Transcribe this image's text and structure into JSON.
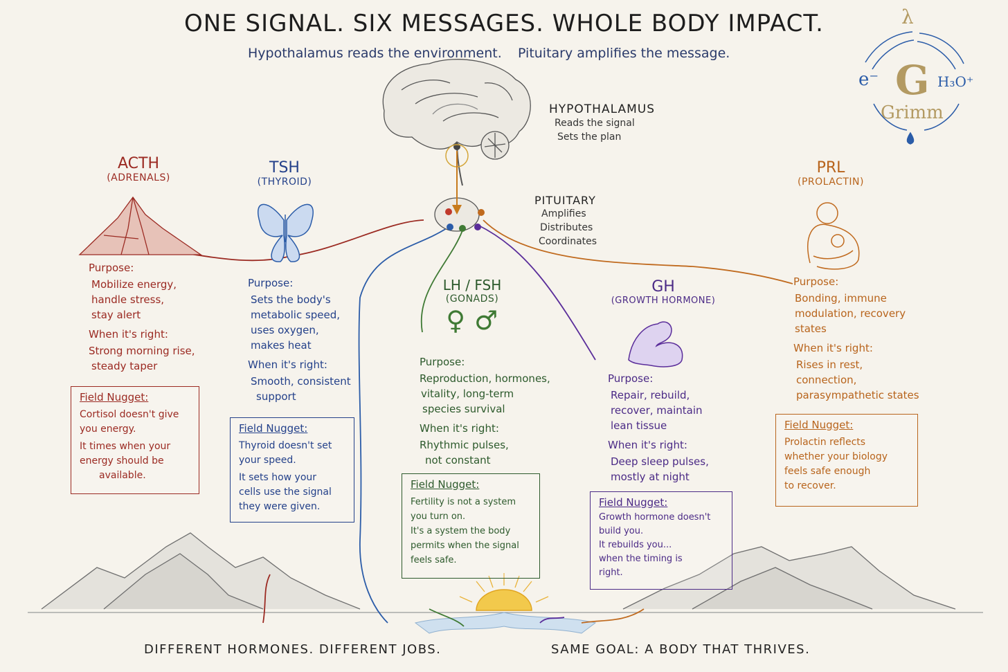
{
  "title": "ONE SIGNAL.  SIX MESSAGES.  WHOLE BODY IMPACT.",
  "subtitle_left": "Hypothalamus reads the environment.",
  "subtitle_right": "Pituitary amplifies the message.",
  "hypothalamus": {
    "name": "HYPOTHALAMUS",
    "lines": [
      "Reads the signal",
      "Sets the plan"
    ]
  },
  "pituitary": {
    "name": "PITUITARY",
    "lines": [
      "Amplifies",
      "Distributes",
      "Coordinates"
    ]
  },
  "logo": {
    "main": "G",
    "word": "Grimm",
    "left": "e⁻",
    "right": "H₃O⁺",
    "top": "λ"
  },
  "hormones": {
    "acth": {
      "name": "ACTH",
      "sub": "(ADRENALS)",
      "color": "#9b2a22",
      "purpose_title": "Purpose:",
      "purpose": [
        "Mobilize energy,",
        "handle stress,",
        "stay alert"
      ],
      "right_title": "When it's right:",
      "right": [
        "Strong morning rise,",
        "steady taper"
      ],
      "nugget_title": "Field Nugget:",
      "nugget": [
        "Cortisol doesn't give",
        "you energy.",
        "It times when your",
        "energy should be",
        "available."
      ]
    },
    "tsh": {
      "name": "TSH",
      "sub": "(THYROID)",
      "color": "#24418a",
      "purpose_title": "Purpose:",
      "purpose": [
        "Sets the body's",
        "metabolic speed,",
        "uses oxygen,",
        "makes heat"
      ],
      "right_title": "When it's right:",
      "right": [
        "Smooth, consistent",
        "support"
      ],
      "nugget_title": "Field Nugget:",
      "nugget": [
        "Thyroid doesn't set",
        "your speed.",
        "It sets how your",
        "cells use the signal",
        "they were given."
      ]
    },
    "lhfsh": {
      "name": "LH / FSH",
      "sub": "(GONADS)",
      "color": "#2d5a2c",
      "symbols": "♀ ♂",
      "purpose_title": "Purpose:",
      "purpose": [
        "Reproduction, hormones,",
        "vitality, long-term",
        "species survival"
      ],
      "right_title": "When it's right:",
      "right": [
        "Rhythmic pulses,",
        "not constant"
      ],
      "nugget_title": "Field Nugget:",
      "nugget": [
        "Fertility is not a system",
        "you turn on.",
        "It's a system the body",
        "permits when the signal",
        "feels safe."
      ]
    },
    "gh": {
      "name": "GH",
      "sub": "(GROWTH HORMONE)",
      "color": "#4b2a86",
      "purpose_title": "Purpose:",
      "purpose": [
        "Repair, rebuild,",
        "recover, maintain",
        "lean tissue"
      ],
      "right_title": "When it's right:",
      "right": [
        "Deep sleep pulses,",
        "mostly at night"
      ],
      "nugget_title": "Field Nugget:",
      "nugget": [
        "Growth hormone doesn't",
        "build you.",
        "It rebuilds you...",
        "when the timing is",
        "right."
      ]
    },
    "prl": {
      "name": "PRL",
      "sub": "(PROLACTIN)",
      "color": "#b8641c",
      "purpose_title": "Purpose:",
      "purpose": [
        "Bonding, immune",
        "modulation, recovery",
        "states"
      ],
      "right_title": "When it's right:",
      "right": [
        "Rises in rest,",
        "connection,",
        "parasympathetic states"
      ],
      "nugget_title": "Field Nugget:",
      "nugget": [
        "Prolactin reflects",
        "whether your biology",
        "feels safe enough",
        "to recover."
      ]
    }
  },
  "footer_left": "DIFFERENT HORMONES. DIFFERENT JOBS.",
  "footer_right": "SAME GOAL: A BODY THAT THRIVES."
}
